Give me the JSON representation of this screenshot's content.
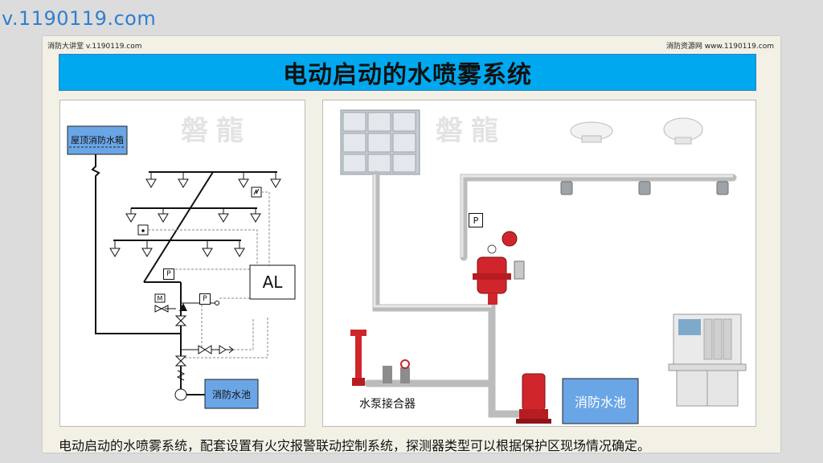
{
  "watermark_url": "v.1190119.com",
  "header": {
    "left": "消防大讲堂 v.1190119.com",
    "right": "消防资源网 www.1190119.com"
  },
  "title": "电动启动的水喷雾系统",
  "watermark_logo": "磐龍",
  "left_diagram": {
    "roof_tank_label": "屋顶消防水箱",
    "alarm_box_label": "AL",
    "pool_label": "消防水池",
    "pressure_symbol": "P",
    "motor_symbol": "M"
  },
  "right_diagram": {
    "pressure_symbol": "P",
    "connector_label": "水泵接合器",
    "pool_label": "消防水池"
  },
  "caption": "电动启动的水喷雾系统，配套设置有火灾报警联动控制系统，探测器类型可以根据保护区现场情况确定。",
  "colors": {
    "title_bar": "#00a9ef",
    "pool_blue": "#6aa6e6",
    "pipe_gray": "#cfcfcf",
    "valve_red": "#d0262b"
  }
}
